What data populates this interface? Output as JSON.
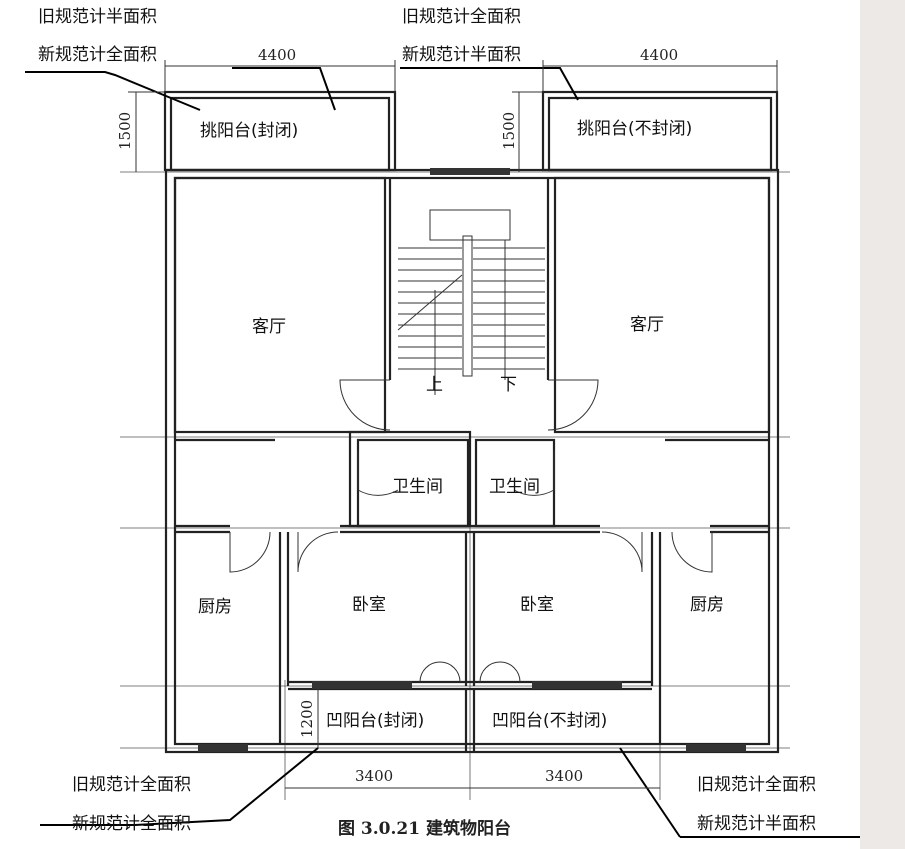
{
  "notes": {
    "top_left": {
      "old": "旧规范计半面积",
      "new": "新规范计全面积"
    },
    "top_right": {
      "old": "旧规范计全面积",
      "new": "新规范计半面积"
    },
    "bottom_left": {
      "old": "旧规范计全面积",
      "new": "新规范计全面积"
    },
    "bottom_right": {
      "old": "旧规范计全面积",
      "new": "新规范计半面积"
    }
  },
  "dimensions": {
    "top_left_width": "4400",
    "top_right_width": "4400",
    "left_balcony_depth": "1500",
    "right_balcony_depth": "1500",
    "recessed_depth": "1200",
    "bottom_left_width": "3400",
    "bottom_right_width": "3400"
  },
  "rooms": {
    "balcony_closed": "挑阳台(封闭)",
    "balcony_open": "挑阳台(不封闭)",
    "living_left": "客厅",
    "living_right": "客厅",
    "stair_up": "上",
    "stair_down": "下",
    "bath_left": "卫生间",
    "bath_right": "卫生间",
    "kitchen_left": "厨房",
    "kitchen_right": "厨房",
    "bedroom_left": "卧室",
    "bedroom_right": "卧室",
    "recessed_closed": "凹阳台(封闭)",
    "recessed_open": "凹阳台(不封闭)"
  },
  "caption": "图 3.0.21   建筑物阳台"
}
